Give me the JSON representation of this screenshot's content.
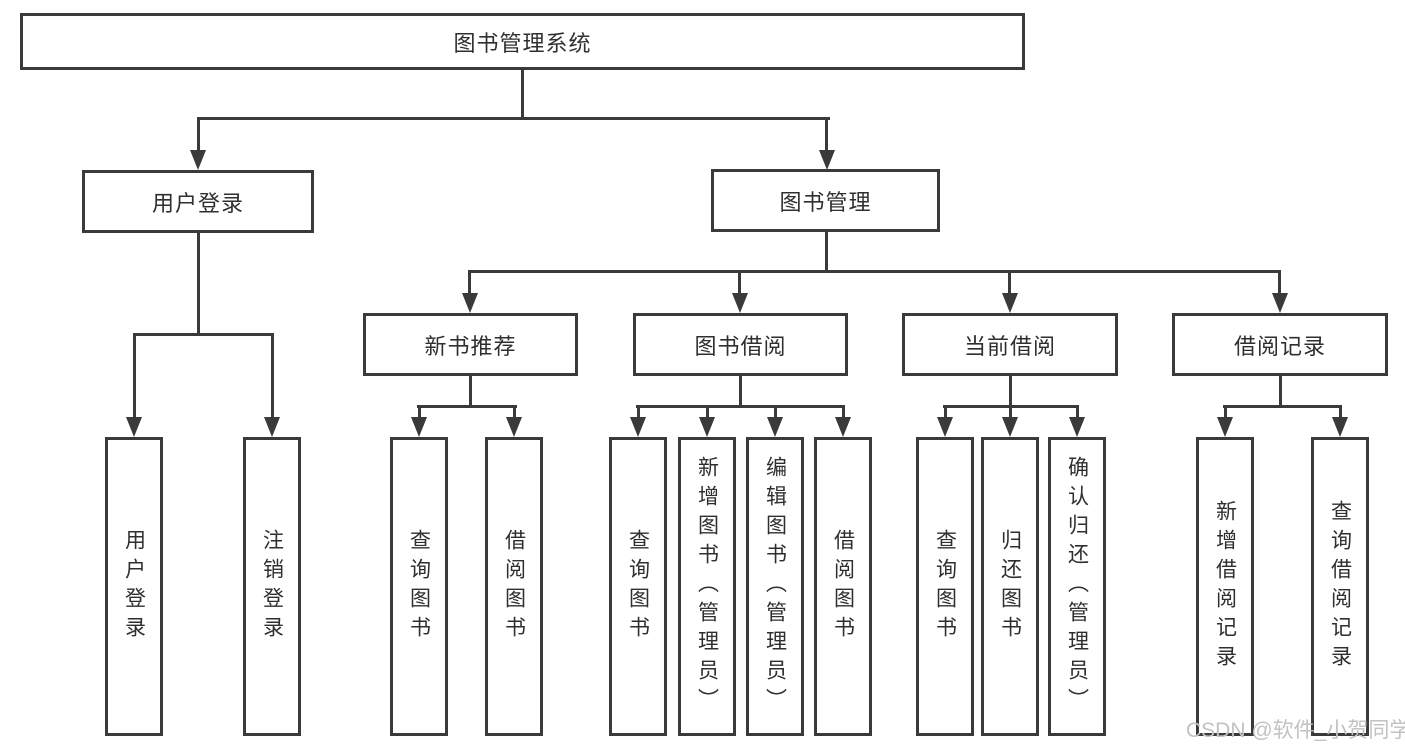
{
  "diagram": {
    "line_color": "#3a3a3a",
    "text_color": "#2f2f2f",
    "background": "#ffffff",
    "nodes": {
      "root": {
        "label": "图书管理系统"
      },
      "login": {
        "label": "用户登录"
      },
      "mgmt": {
        "label": "图书管理"
      },
      "login_user": {
        "label": "用户登录"
      },
      "login_logout": {
        "label": "注销登录"
      },
      "rec": {
        "label": "新书推荐"
      },
      "borrow": {
        "label": "图书借阅"
      },
      "current": {
        "label": "当前借阅"
      },
      "record": {
        "label": "借阅记录"
      },
      "rec_query": {
        "label": "查询图书"
      },
      "rec_borrow": {
        "label": "借阅图书"
      },
      "borrow_query": {
        "label": "查询图书"
      },
      "borrow_add": {
        "label": "新增图书（管理员）"
      },
      "borrow_edit": {
        "label": "编辑图书（管理员）"
      },
      "borrow_loan": {
        "label": "借阅图书"
      },
      "cur_query": {
        "label": "查询图书"
      },
      "cur_return": {
        "label": "归还图书"
      },
      "cur_confirm": {
        "label": "确认归还（管理员）"
      },
      "record_add": {
        "label": "新增借阅记录"
      },
      "record_query": {
        "label": "查询借阅记录"
      }
    },
    "watermark": {
      "text": "CSDN @软件_小贺同学",
      "color": "#c2c2c2"
    }
  }
}
